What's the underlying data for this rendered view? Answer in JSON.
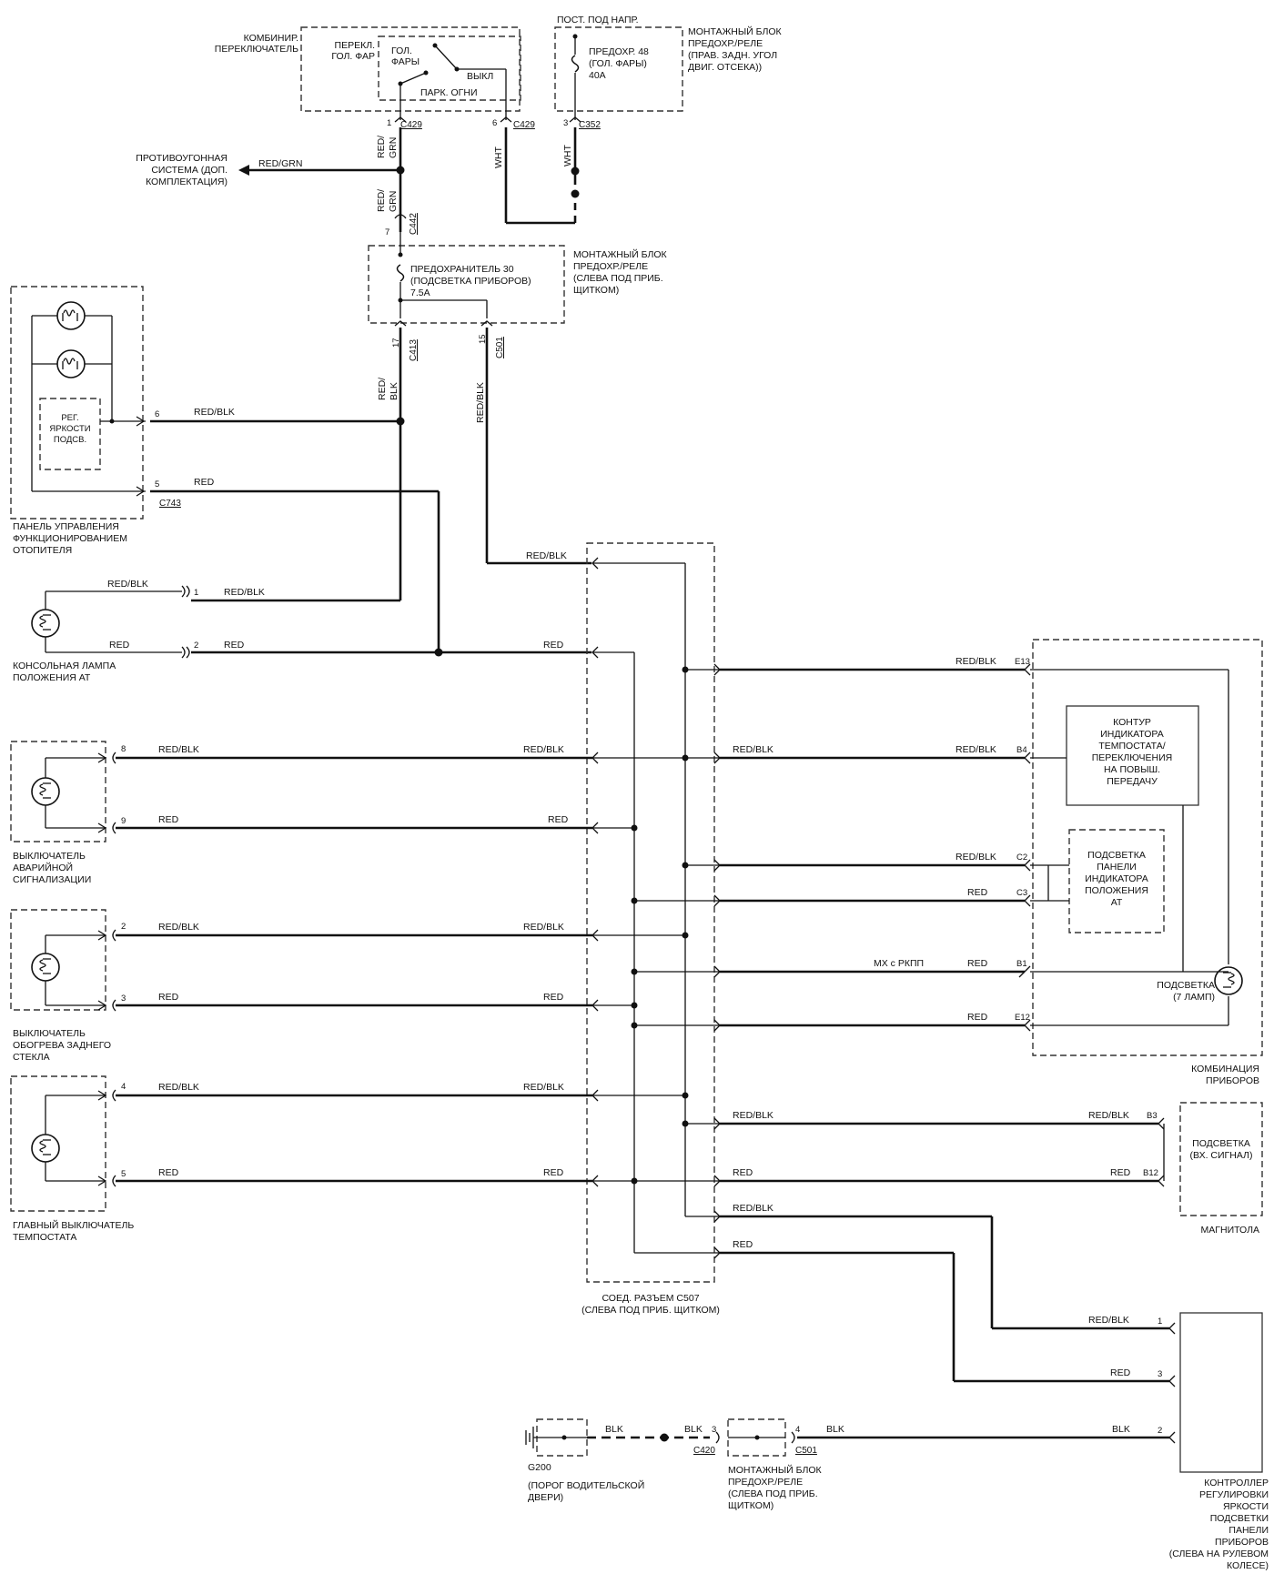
{
  "components": {
    "combo_switch": {
      "line1": "КОМБИНИР.",
      "line2": "ПЕРЕКЛЮЧАТЕЛЬ"
    },
    "hl_switch_title": {
      "line1": "ПЕРЕКЛ.",
      "line2": "ГОЛ. ФАР"
    },
    "pos_headlights": {
      "line1": "ГОЛ.",
      "line2": "ФАРЫ"
    },
    "pos_off": "ВЫКЛ",
    "pos_park": "ПАРК. ОГНИ",
    "hot": "ПОСТ. ПОД НАПР.",
    "fuse48": {
      "line1": "ПРЕДОХР. 48",
      "line2": "(ГОЛ. ФАРЫ)",
      "line3": "40A"
    },
    "fuse_block_engine": {
      "line1": "МОНТАЖНЫЙ БЛОК",
      "line2": "ПРЕДОХР./РЕЛЕ",
      "line3": "(ПРАВ. ЗАДН. УГОЛ",
      "line4": "ДВИГ. ОТСЕКА))"
    },
    "antitheft": {
      "line1": "ПРОТИВОУГОННАЯ",
      "line2": "СИСТЕМА  (ДОП.",
      "line3": "КОМПЛЕКТАЦИЯ)"
    },
    "fuse30": {
      "line1": "ПРЕДОХРАНИТЕЛЬ 30",
      "line2": "(ПОДСВЕТКА ПРИБОРОВ)",
      "line3": "7.5A"
    },
    "fuse_block_dash": {
      "line1": "МОНТАЖНЫЙ БЛОК",
      "line2": "ПРЕДОХР./РЕЛЕ",
      "line3": "(СЛЕВА ПОД ПРИБ.",
      "line4": "ЩИТКОМ)"
    },
    "dimmer": {
      "line1": "РЕГ.",
      "line2": "ЯРКОСТИ",
      "line3": "ПОДСВ."
    },
    "heater_panel": {
      "line1": "ПАНЕЛЬ УПРАВЛЕНИЯ",
      "line2": "ФУНКЦИОНИРОВАНИЕМ",
      "line3": "ОТОПИТЕЛЯ"
    },
    "console_lamp": {
      "line1": "КОНСОЛЬНАЯ ЛАМПА",
      "line2": "ПОЛОЖЕНИЯ АТ"
    },
    "hazard": {
      "line1": "ВЫКЛЮЧАТЕЛЬ",
      "line2": "АВАРИЙНОЙ",
      "line3": "СИГНАЛИЗАЦИИ"
    },
    "rear_defrost": {
      "line1": "ВЫКЛЮЧАТЕЛЬ",
      "line2": "ОБОГРЕВА ЗАДНЕГО",
      "line3": "СТЕКЛА"
    },
    "cruise_switch": {
      "line1": "ГЛАВНЫЙ ВЫКЛЮЧАТЕЛЬ",
      "line2": "ТЕМПОСТАТА"
    },
    "c507": {
      "line1": "СОЕД. РАЗЪЕМ C507",
      "line2": "(СЛЕВА ПОД ПРИБ. ЩИТКОМ)"
    },
    "cruise_indicator": {
      "line1": "КОНТУР",
      "line2": "ИНДИКАТОРА",
      "line3": "ТЕМПОСТАТА/",
      "line4": "ПЕРЕКЛЮЧЕНИЯ",
      "line5": "НА ПОВЫШ.",
      "line6": "ПЕРЕДАЧУ"
    },
    "prndl_light": {
      "line1": "ПОДСВЕТКА",
      "line2": "ПАНЕЛИ",
      "line3": "ИНДИКАТОРА",
      "line4": "ПОЛОЖЕНИЯ",
      "line5": "АТ"
    },
    "cluster_lamps": {
      "line1": "ПОДСВЕТКА",
      "line2": "(7 ЛАМП)"
    },
    "cluster": {
      "line1": "КОМБИНАЦИЯ",
      "line2": "ПРИБОРОВ"
    },
    "radio_light": {
      "line1": "ПОДСВЕТКА",
      "line2": "(ВХ. СИГНАЛ)"
    },
    "radio": "МАГНИТОЛА",
    "controller": {
      "line1": "КОНТРОЛЛЕР",
      "line2": "РЕГУЛИРОВКИ",
      "line3": "ЯРКОСТИ",
      "line4": "ПОДСВЕТКИ",
      "line5": "ПАНЕЛИ",
      "line6": "ПРИБОРОВ",
      "line7": "(СЛЕВА НА РУЛЕВОМ",
      "line8": "КОЛЕСЕ)"
    },
    "ground": {
      "id": "G200",
      "line1": "(ПОРОГ ВОДИТЕЛЬСКОЙ",
      "line2": "ДВЕРИ)"
    },
    "fuse_block_dash2": {
      "line1": "МОНТАЖНЫЙ БЛОК",
      "line2": "ПРЕДОХР./РЕЛЕ",
      "line3": "(СЛЕВА ПОД ПРИБ.",
      "line4": "ЩИТКОМ)"
    }
  },
  "connectors": {
    "c429": "C429",
    "c352": "C352",
    "c442": "C442",
    "c413": "C413",
    "c501": "C501",
    "c743": "C743",
    "c420": "C420",
    "c501b": "C501"
  },
  "wires": {
    "red_grn": "RED/GRN",
    "red": "RED",
    "grn": "GRN",
    "red_slash": "RED/",
    "wht": "WHT",
    "red_blk": "RED/BLK",
    "blk": "BLK",
    "mx_rkpp": "MX с РКПП"
  },
  "pins": {
    "p1": "1",
    "p2": "2",
    "p3": "3",
    "p4": "4",
    "p5": "5",
    "p6": "6",
    "p7": "7",
    "p8": "8",
    "p9": "9",
    "p15": "15",
    "p17": "17",
    "e13": "E13",
    "b4": "B4",
    "c2": "C2",
    "c3": "C3",
    "b1": "B1",
    "e12": "E12",
    "b3": "B3",
    "b12": "B12"
  }
}
